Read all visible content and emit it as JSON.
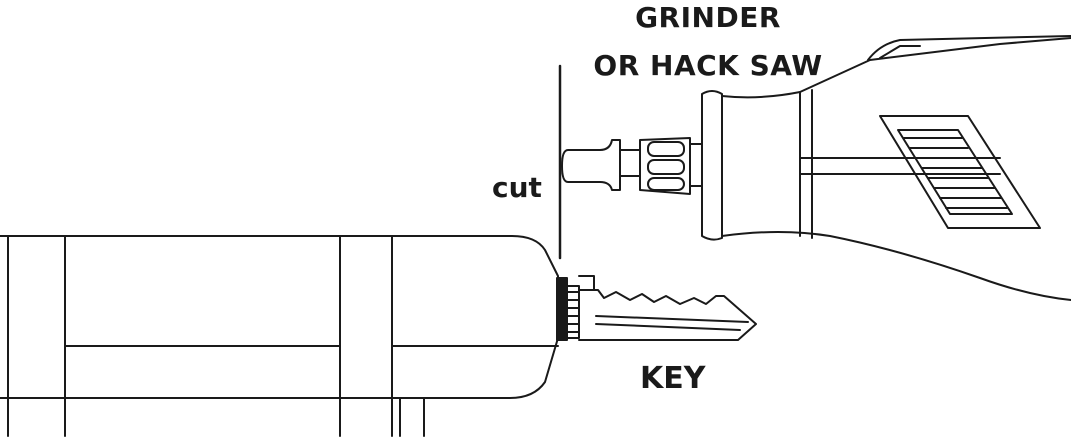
{
  "labels": {
    "tool_line1": "GRINDER",
    "tool_line2": "OR HACK SAW",
    "cut": "cut",
    "key": "KEY"
  },
  "colors": {
    "ink": "#1a1a1a",
    "background": "#ffffff"
  }
}
